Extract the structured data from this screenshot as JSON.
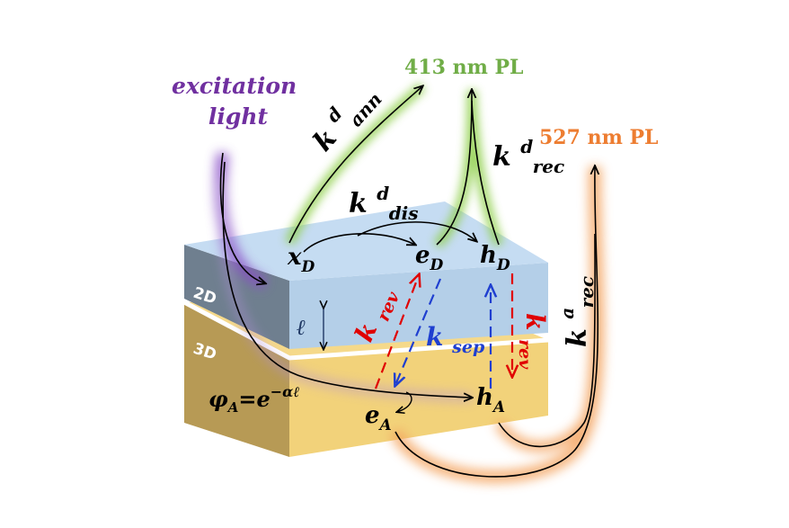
{
  "excitation": {
    "line1": "excitation",
    "line2": "light",
    "color": "#7030A0"
  },
  "pl_413": {
    "text": "413 nm PL",
    "color": "#70AD47"
  },
  "pl_527": {
    "text": "527 nm PL",
    "color": "#ED7D31"
  },
  "layers": {
    "top": "2D",
    "bottom": "3D"
  },
  "colors": {
    "top_face": "#C5DCF2",
    "top_side": "#B4CFE8",
    "top_left": "#6F7F8F",
    "bottom_top": "#F5D98A",
    "bottom_side": "#F2D27A",
    "bottom_left": "#B79A55",
    "k_rev": "#E00000",
    "k_sep": "#1F3FD0"
  },
  "rates": {
    "k_ann": {
      "base": "k",
      "sup": "d",
      "sub": "ann"
    },
    "k_dis": {
      "base": "k",
      "sup": "d",
      "sub": "dis"
    },
    "k_rec_d": {
      "base": "k",
      "sup": "d",
      "sub": "rec"
    },
    "k_rec_a": {
      "base": "k",
      "sup": "a",
      "sub": "rec"
    },
    "k_rev": {
      "base": "k",
      "sub": "rev"
    },
    "k_sep": {
      "base": "k",
      "sub": "sep"
    }
  },
  "species": {
    "x_D": {
      "base": "x",
      "sub": "D"
    },
    "e_D": {
      "base": "e",
      "sub": "D"
    },
    "h_D": {
      "base": "h",
      "sub": "D"
    },
    "e_A": {
      "base": "e",
      "sub": "A"
    },
    "h_A": {
      "base": "h",
      "sub": "A"
    }
  },
  "thickness_label": "ℓ",
  "phi_formula": {
    "lhs": "φ",
    "lhs_sub": "A",
    "eq": "=e",
    "exp": "−αℓ"
  }
}
